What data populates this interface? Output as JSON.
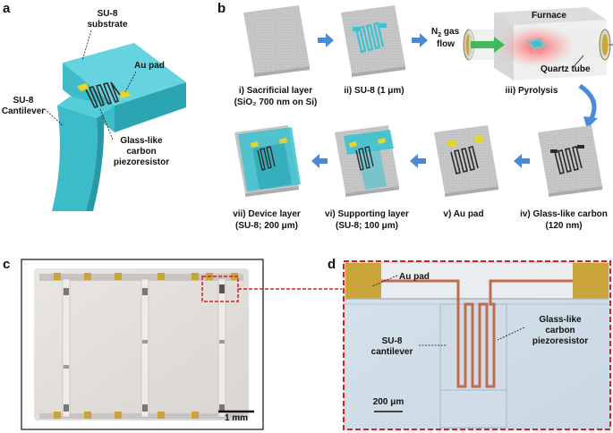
{
  "panels": {
    "a": {
      "letter": "a",
      "substrate_label": [
        "SU-8",
        "substrate"
      ],
      "au_pad_label": "Au pad",
      "cantilever_label": [
        "SU-8",
        "Cantilever"
      ],
      "piezo_label": [
        "Glass-like",
        "carbon",
        "piezoresistor"
      ]
    },
    "b": {
      "letter": "b",
      "furnace_label": "Furnace",
      "gas_label_main": "N",
      "gas_label_sub": "2",
      "gas_label_rest": " gas",
      "gas_label_2": "flow",
      "quartz_label": "Quartz tube",
      "steps": [
        {
          "lines": [
            "i) Sacrificial layer",
            "(SiO₂ 700 nm on Si)"
          ]
        },
        {
          "lines": [
            "ii) SU-8 (1 μm)"
          ]
        },
        {
          "lines": [
            "iii) Pyrolysis"
          ]
        },
        {
          "lines": [
            "iv) Glass-like carbon",
            "(120 nm)"
          ]
        },
        {
          "lines": [
            "v) Au pad"
          ]
        },
        {
          "lines": [
            "vi) Supporting layer",
            "(SU-8; 100 μm)"
          ]
        },
        {
          "lines": [
            "vii) Device layer",
            "(SU-8; 200 μm)"
          ]
        }
      ]
    },
    "c": {
      "letter": "c",
      "scalebar": "1 mm"
    },
    "d": {
      "letter": "d",
      "au_pad_label": "Au pad",
      "cantilever_label": [
        "SU-8",
        "cantilever"
      ],
      "piezo_label": [
        "Glass-like",
        "carbon",
        "piezoresistor"
      ],
      "scalebar": "200 μm"
    }
  },
  "colors": {
    "su8": "#3ec2cf",
    "su8_dark": "#1f8f9a",
    "gold": "#e8d52a",
    "carbon": "#2b2b2b",
    "arrow": "#4a8ad6",
    "copper": "#c26a4e",
    "dashed_red": "#d42020"
  }
}
